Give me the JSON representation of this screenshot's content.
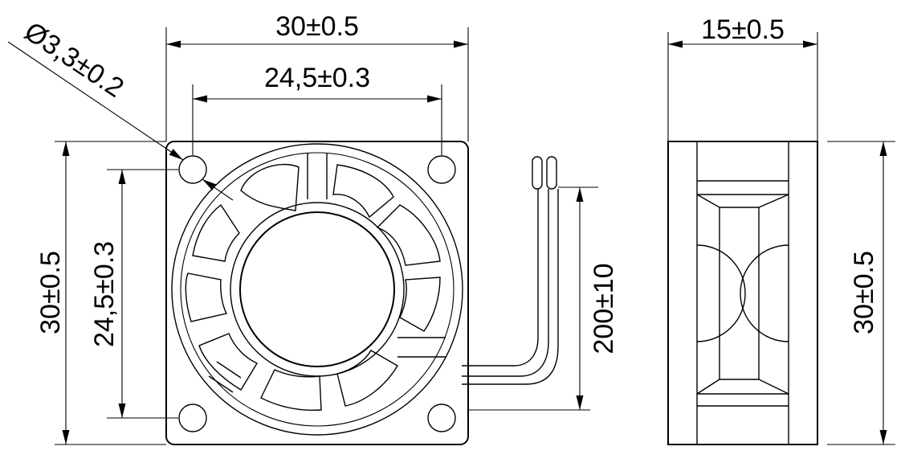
{
  "front_view": {
    "width_outer": "30±0.5",
    "width_holes": "24,5±0.3",
    "hole_diameter": "Ø3,3±0.2",
    "height_outer": "30±0.5",
    "height_holes": "24,5±0.3",
    "cable_length": "200±10"
  },
  "side_view": {
    "thickness": "15±0.5",
    "height": "30±0.5"
  }
}
